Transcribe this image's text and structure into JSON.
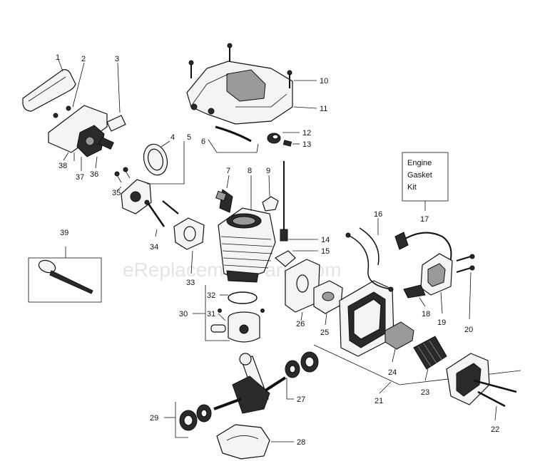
{
  "diagram": {
    "watermark": "eReplacementParts.com",
    "kit_box": {
      "lines": [
        "Engine",
        "Gasket",
        "Kit"
      ],
      "callout": "17"
    },
    "callouts": {
      "c1": "1",
      "c2": "2",
      "c3": "3",
      "c4": "4",
      "c5": "5",
      "c6": "6",
      "c7": "7",
      "c8": "8",
      "c9": "9",
      "c10": "10",
      "c11": "11",
      "c12": "12",
      "c13": "13",
      "c14": "14",
      "c15": "15",
      "c16": "16",
      "c17": "17",
      "c18": "18",
      "c19": "19",
      "c20": "20",
      "c21": "21",
      "c22": "22",
      "c23": "23",
      "c24": "24",
      "c25": "25",
      "c26": "26",
      "c27": "27",
      "c28": "28",
      "c29": "29",
      "c30": "30",
      "c31": "31",
      "c32": "32",
      "c33": "33",
      "c34": "34",
      "c35": "35",
      "c36": "36",
      "c37": "37",
      "c38": "38",
      "c39": "39"
    }
  }
}
